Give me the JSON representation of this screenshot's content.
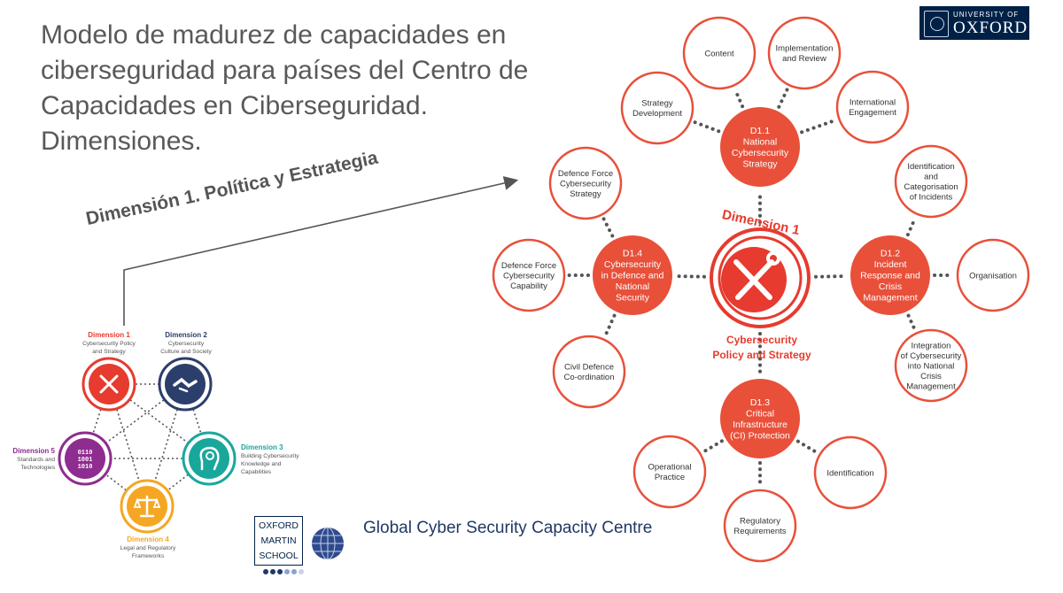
{
  "title": "Modelo de madurez de capacidades en ciberseguridad para países del Centro de Capacidades en Ciberseguridad. Dimensiones.",
  "arrow_label": "Dimensión 1. Política y Estrategia",
  "oxford": {
    "line1": "UNIVERSITY OF",
    "line2": "OXFORD"
  },
  "oms": {
    "line1": "OXFORD",
    "line2": "MARTIN",
    "line3": "SCHOOL"
  },
  "gcscc_name": "Global Cyber Security Capacity Centre",
  "colors": {
    "accent": "#e8503a",
    "ring": "#e63b2e",
    "red": "#e63b2e",
    "navy": "#2c3e6b",
    "teal": "#1aa79b",
    "orange": "#f5a623",
    "purple": "#8e2c8f"
  },
  "icons": {
    "center": "tools-icon",
    "d1": "tools-icon",
    "d2": "handshake-icon",
    "d3": "head-gear-icon",
    "d4": "scales-icon",
    "d5": "binary-gear-icon"
  },
  "dimension1": {
    "ring_label": "Dimension 1",
    "center_caption": [
      "Cybersecurity",
      "Policy and Strategy"
    ],
    "factors": [
      {
        "id": "d1-1",
        "lines": [
          "D1.1",
          "National",
          "Cybersecurity",
          "Strategy"
        ],
        "aspects": [
          [
            "Strategy",
            "Development"
          ],
          [
            "Content"
          ],
          [
            "Implementation",
            "and Review"
          ],
          [
            "International",
            "Engagement"
          ]
        ]
      },
      {
        "id": "d1-2",
        "lines": [
          "D1.2",
          "Incident",
          "Response and",
          "Crisis",
          "Management"
        ],
        "aspects": [
          [
            "Identification",
            "and",
            "Categorisation",
            "of Incidents"
          ],
          [
            "Organisation"
          ],
          [
            "Integration",
            "of Cybersecurity",
            "into National",
            "Crisis",
            "Management"
          ]
        ]
      },
      {
        "id": "d1-3",
        "lines": [
          "D1.3",
          "Critical",
          "Infrastructure",
          "(CI) Protection"
        ],
        "aspects": [
          [
            "Operational",
            "Practice"
          ],
          [
            "Regulatory",
            "Requirements"
          ],
          [
            "Identification"
          ]
        ]
      },
      {
        "id": "d1-4",
        "lines": [
          "D1.4",
          "Cybersecurity",
          "in Defence and",
          "National",
          "Security"
        ],
        "aspects": [
          [
            "Defence Force",
            "Cybersecurity",
            "Strategy"
          ],
          [
            "Defence Force",
            "Cybersecurity",
            "Capability"
          ],
          [
            "Civil Defence",
            "Co-ordination"
          ]
        ]
      }
    ]
  },
  "dimensions": [
    {
      "id": "dim1",
      "title": "Dimension 1",
      "lines": [
        "Cybersecurity Policy",
        "and Strategy"
      ],
      "color": "#e63b2e"
    },
    {
      "id": "dim2",
      "title": "Dimension 2",
      "lines": [
        "Cybersecurity",
        "Culture and Society"
      ],
      "color": "#2c3e6b"
    },
    {
      "id": "dim3",
      "title": "Dimension 3",
      "lines": [
        "Building Cybersecurity",
        "Knowledge and",
        "Capabilities"
      ],
      "color": "#1aa79b"
    },
    {
      "id": "dim4",
      "title": "Dimension 4",
      "lines": [
        "Legal and Regulatory",
        "Frameworks"
      ],
      "color": "#f5a623"
    },
    {
      "id": "dim5",
      "title": "Dimension 5",
      "lines": [
        "Standards and",
        "Technologies"
      ],
      "color": "#8e2c8f"
    }
  ],
  "binary_text": [
    "0110",
    "1001",
    "1010"
  ]
}
